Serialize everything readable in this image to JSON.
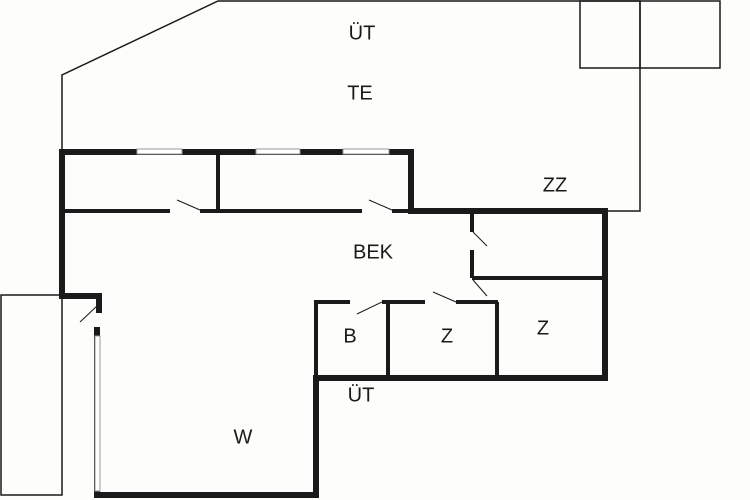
{
  "plan": {
    "rooms": [
      {
        "id": "ut-top",
        "label": "ÜT"
      },
      {
        "id": "te",
        "label": "TE"
      },
      {
        "id": "zz",
        "label": "ZZ"
      },
      {
        "id": "bek",
        "label": "BEK"
      },
      {
        "id": "b",
        "label": "B"
      },
      {
        "id": "z1",
        "label": "Z"
      },
      {
        "id": "z2",
        "label": "Z"
      },
      {
        "id": "ut-bottom",
        "label": "ÜT"
      },
      {
        "id": "w",
        "label": "W"
      }
    ]
  }
}
